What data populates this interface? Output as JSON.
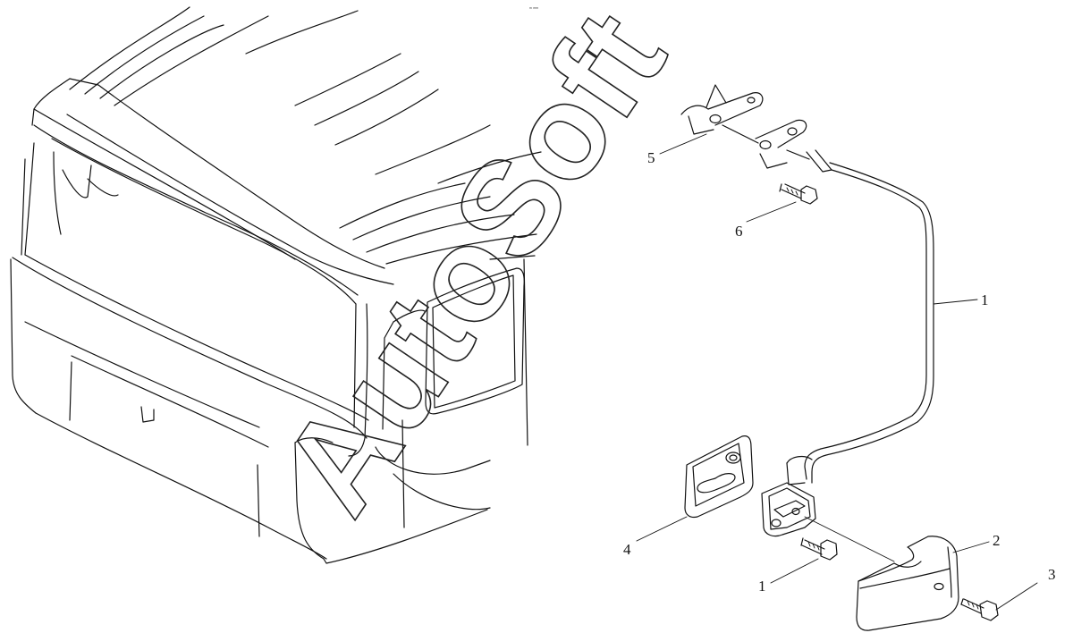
{
  "corner_text": "ᵐ ᵐᵐ",
  "watermark": "AutoSoft",
  "callouts": [
    "5",
    "6",
    "1",
    "4",
    "1",
    "2",
    "3"
  ]
}
